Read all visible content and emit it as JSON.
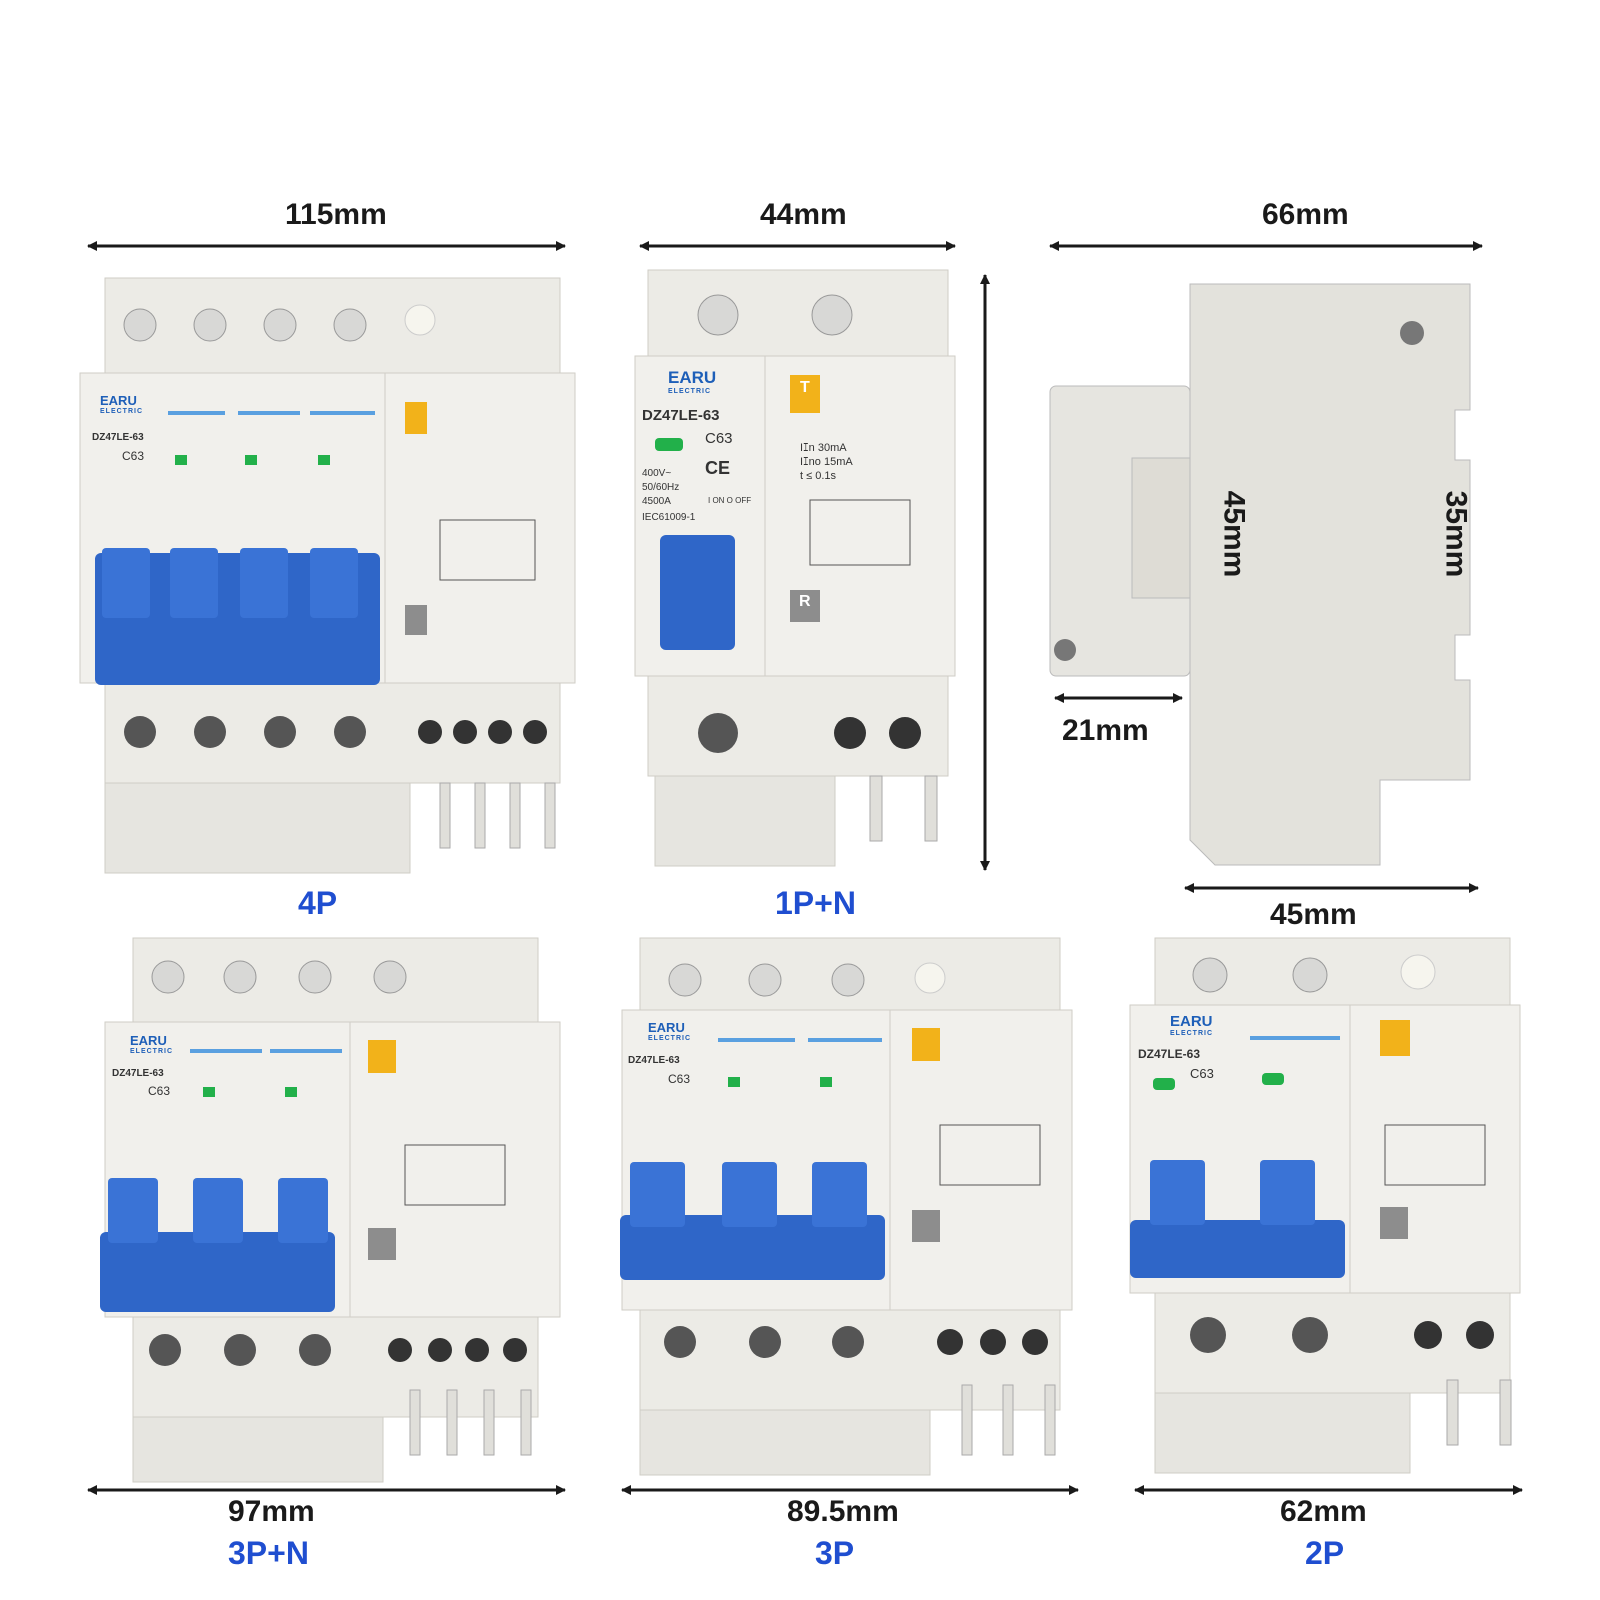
{
  "dimensions": {
    "top_4p_width": "115mm",
    "top_1pn_width": "44mm",
    "side_depth": "66mm",
    "side_height_45": "45mm",
    "side_height_35": "35mm",
    "side_offset": "21mm",
    "side_rail": "45mm",
    "bottom_3pn_width": "97mm",
    "bottom_3p_width": "89.5mm",
    "bottom_2p_width": "62mm"
  },
  "configurations": {
    "p4": "4P",
    "p1n": "1P+N",
    "p3n": "3P+N",
    "p3": "3P",
    "p2": "2P"
  },
  "device": {
    "brand": "EARU",
    "brand_sub": "ELECTRIC",
    "model": "DZ47LE-63",
    "rating": "C63",
    "voltage": "400V~",
    "frequency": "50/60Hz",
    "breaking": "4500A",
    "standard": "IEC61009-1",
    "ce": "CE",
    "on_off": "I ON  O OFF",
    "test_button": "T",
    "reset_button": "R",
    "spec_ian": "Iꕯn 30mA",
    "spec_iano": "Iꕯno 15mA",
    "spec_time": "t ≤ 0.1s"
  },
  "colors": {
    "body": "#ecebe6",
    "handle": "#2f66c8",
    "arrow": "#1a1a1a",
    "config_text": "#1f4ed0",
    "test_yellow": "#f2b21a",
    "indicator_green": "#22b04a"
  }
}
